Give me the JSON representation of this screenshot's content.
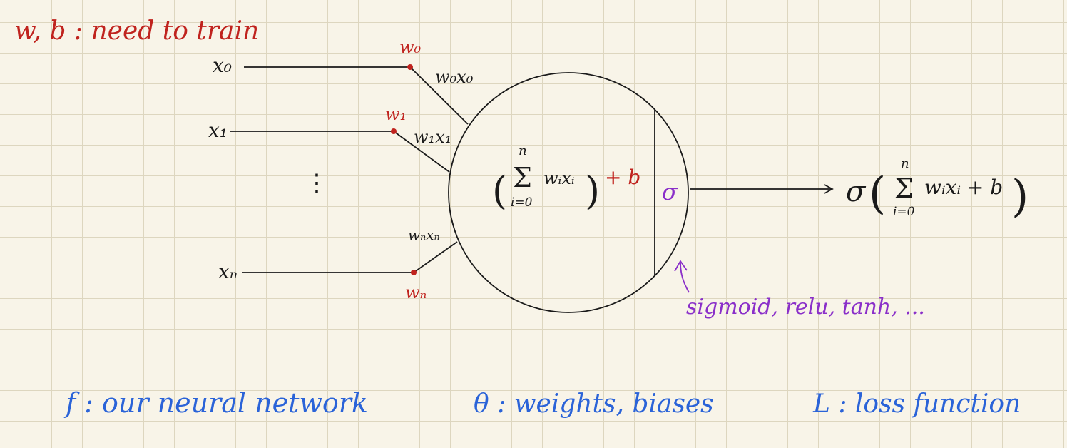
{
  "colors": {
    "ink": "#1a1a1a",
    "red": "#c0231e",
    "purple": "#8a2fc9",
    "blue": "#2a63d8",
    "grid": "#ddd6bf",
    "paper": "#f8f4e8"
  },
  "header_note": "w, b : need to train",
  "inputs": {
    "x0": "x₀",
    "x1": "x₁",
    "ellipsis": "⋮",
    "xn": "xₙ"
  },
  "weights": {
    "w0": "w₀",
    "w1": "w₁",
    "wn": "wₙ"
  },
  "products": {
    "p0": "w₀x₀",
    "p1": "w₁x₁",
    "pn": "wₙxₙ"
  },
  "neuron": {
    "sum_top": "n",
    "sum_symbol": "Σ",
    "sum_bottom": "i=0",
    "sum_open_paren": "(",
    "sum_term": "wᵢxᵢ",
    "sum_close_paren": ")",
    "bias_term": "+ b",
    "activation_symbol": "σ"
  },
  "output": {
    "sigma": "σ",
    "open_paren": "(",
    "sum_top": "n",
    "sum_symbol": "Σ",
    "sum_bottom": "i=0",
    "term": "wᵢxᵢ + b",
    "close_paren": ")"
  },
  "activation_note": "sigmoid, relu, tanh, ...",
  "footer": {
    "f_note": "f : our neural network",
    "theta_note": "θ : weights, biases",
    "loss_note": "L : loss function"
  }
}
